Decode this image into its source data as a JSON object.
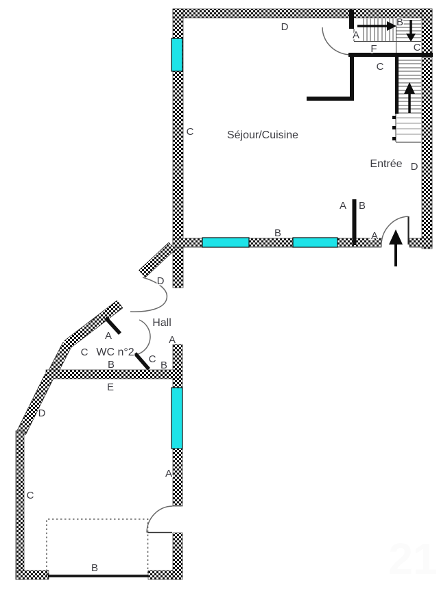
{
  "rooms": {
    "living": "Séjour/Cuisine",
    "entry": "Entrée",
    "hall": "Hall",
    "wc": "WC n°2"
  },
  "markers": {
    "top_d": "D",
    "left_c": "C",
    "stair_a": "A",
    "stair_b": "B",
    "landing_f": "F",
    "landing_c": "C",
    "closet_c": "C",
    "entry_d": "D",
    "window_b": "B",
    "part_a": "A",
    "part_b": "B",
    "entrance_a": "A",
    "corridor_d": "D",
    "hall_a": "A",
    "wc_door_a": "A",
    "wc_wall_c": "C",
    "wc_b": "B",
    "room2_door_c": "C",
    "room2_b": "B",
    "wall_e": "E",
    "room2_d": "D",
    "room2_wall_c": "C",
    "room2_a": "A",
    "room2_bottom_b": "B"
  },
  "watermark": "21",
  "colors": {
    "window": "#1ee3e8",
    "wall_dark": "#141414",
    "label": "#3c3c42"
  }
}
